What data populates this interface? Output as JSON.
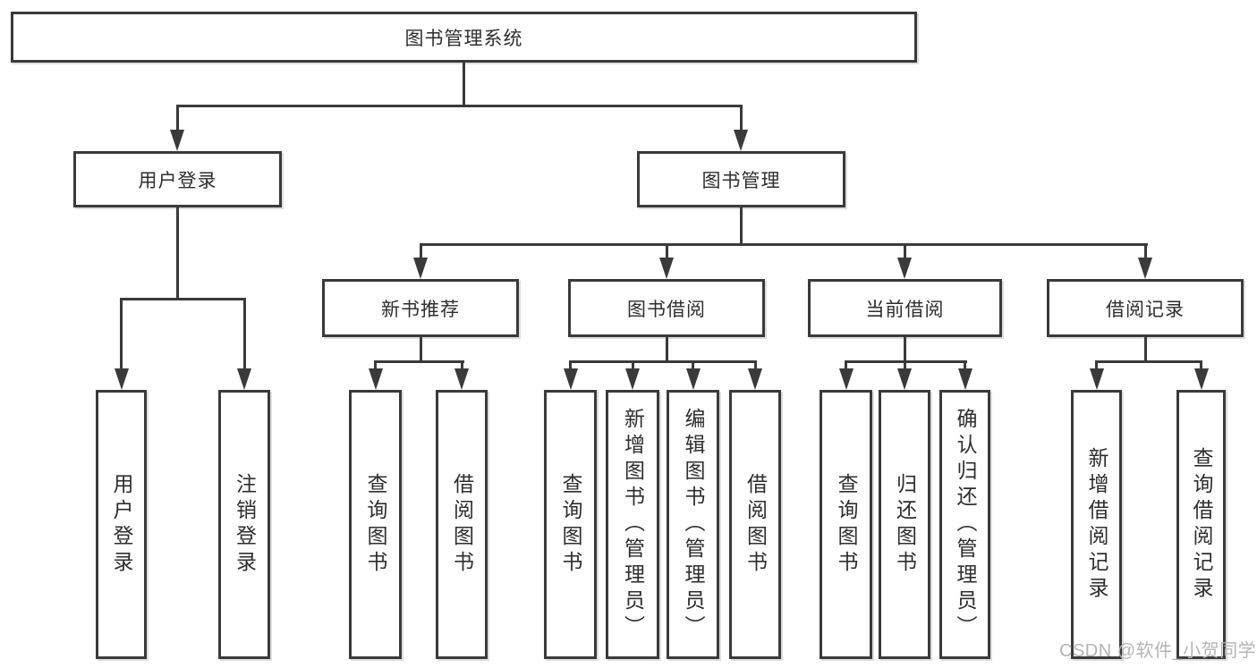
{
  "diagram": {
    "root": {
      "label": "图书管理系统"
    },
    "level2": [
      {
        "label": "用户登录"
      },
      {
        "label": "图书管理"
      }
    ],
    "level3": [
      {
        "label": "新书推荐"
      },
      {
        "label": "图书借阅"
      },
      {
        "label": "当前借阅"
      },
      {
        "label": "借阅记录"
      }
    ],
    "leaves": [
      {
        "label": "用户登录"
      },
      {
        "label": "注销登录"
      },
      {
        "label": "查询图书"
      },
      {
        "label": "借阅图书"
      },
      {
        "label": "查询图书"
      },
      {
        "label": "新增图书（管理员）"
      },
      {
        "label": "编辑图书（管理员）"
      },
      {
        "label": "借阅图书"
      },
      {
        "label": "查询图书"
      },
      {
        "label": "归还图书"
      },
      {
        "label": "确认归还（管理员）"
      },
      {
        "label": "新增借阅记录"
      },
      {
        "label": "查询借阅记录"
      }
    ]
  },
  "watermark": {
    "text": "CSDN @软件_小贺同学"
  },
  "colors": {
    "line": "#3a3a3a",
    "text": "#2e2e2e",
    "watermark": "#b5b5b5",
    "background": "#ffffff"
  }
}
